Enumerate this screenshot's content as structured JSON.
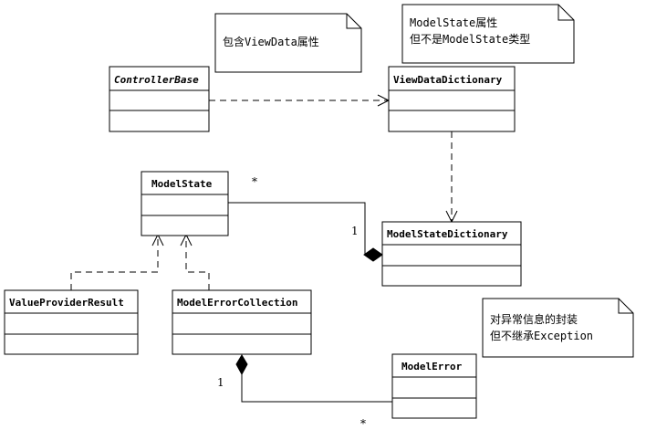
{
  "classes": {
    "controller_base": {
      "name": "ControllerBase",
      "abstract": true
    },
    "view_data_dictionary": {
      "name": "ViewDataDictionary"
    },
    "model_state": {
      "name": "ModelState"
    },
    "model_state_dictionary": {
      "name": "ModelStateDictionary"
    },
    "value_provider_result": {
      "name": "ValueProviderResult"
    },
    "model_error_collection": {
      "name": "ModelErrorCollection"
    },
    "model_error": {
      "name": "ModelError"
    }
  },
  "notes": {
    "note_viewdata": {
      "lines": [
        "包含ViewData属性"
      ]
    },
    "note_modelstate": {
      "lines": [
        "ModelState属性",
        "但不是ModelState类型"
      ]
    },
    "note_exception": {
      "lines": [
        "对异常信息的封装",
        "但不继承Exception"
      ]
    }
  },
  "multiplicities": {
    "modelstate_many": "*",
    "modelstate_dict_one": "1",
    "collection_one": "1",
    "modelerror_many": "*"
  },
  "colors": {
    "stroke": "#000000",
    "fill": "#ffffff",
    "note_fill": "#ffffff"
  }
}
